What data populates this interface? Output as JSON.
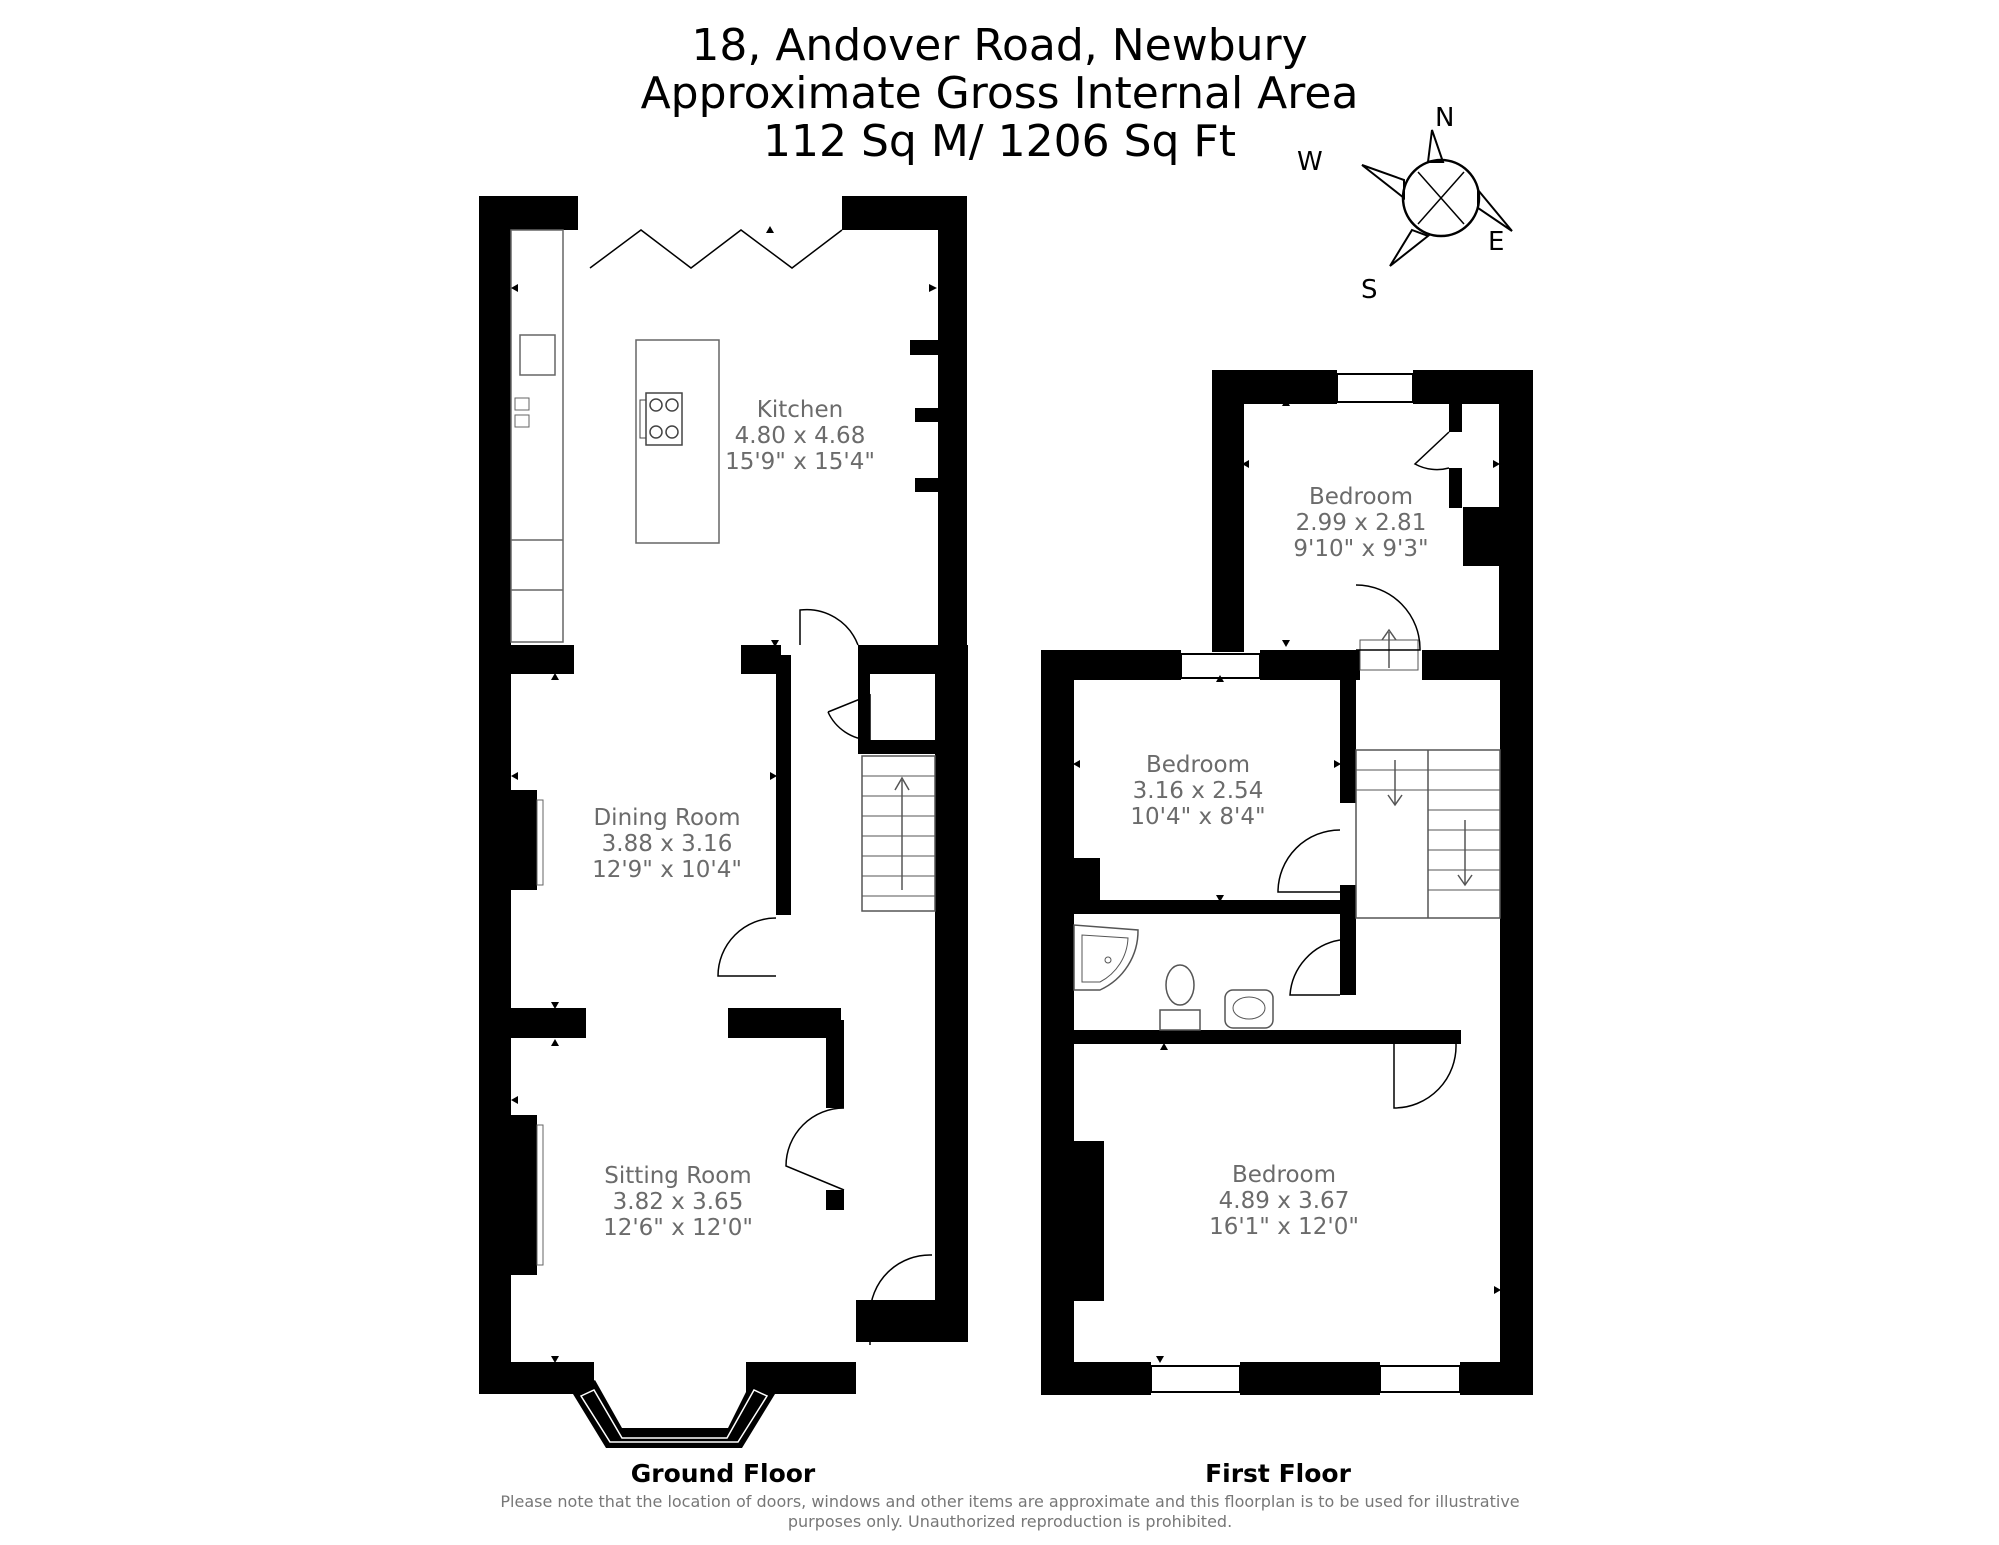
{
  "header": {
    "address": "18, Andover Road, Newbury",
    "area_caption": "Approximate Gross Internal Area",
    "area_value": "112 Sq M/ 1206 Sq Ft"
  },
  "compass": {
    "n": "N",
    "e": "E",
    "s": "S",
    "w": "W"
  },
  "ground_floor": {
    "label": "Ground Floor",
    "rooms": [
      {
        "name": "Kitchen",
        "metric": "4.80 x 4.68",
        "imperial": "15'9\" x 15'4\""
      },
      {
        "name": "Dining Room",
        "metric": "3.88 x 3.16",
        "imperial": "12'9\" x 10'4\""
      },
      {
        "name": "Sitting Room",
        "metric": "3.82 x 3.65",
        "imperial": "12'6\" x 12'0\""
      }
    ]
  },
  "first_floor": {
    "label": "First Floor",
    "rooms": [
      {
        "name": "Bedroom",
        "metric": "2.99 x 2.81",
        "imperial": "9'10\" x 9'3\""
      },
      {
        "name": "Bedroom",
        "metric": "3.16 x 2.54",
        "imperial": "10'4\" x 8'4\""
      },
      {
        "name": "Bedroom",
        "metric": "4.89 x 3.67",
        "imperial": "16'1\" x 12'0\""
      }
    ]
  },
  "disclaimer": {
    "line1": "Please note that the location of doors, windows and other items are approximate and this floorplan is to be used for illustrative",
    "line2": "purposes only. Unauthorized reproduction is prohibited."
  }
}
